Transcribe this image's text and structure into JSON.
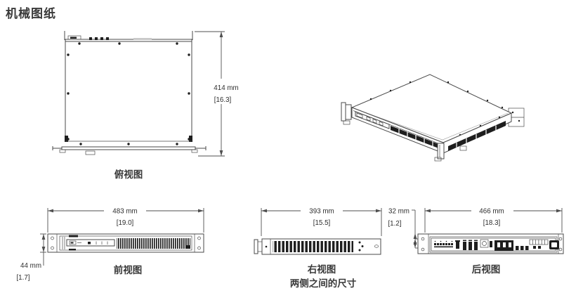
{
  "page": {
    "title": "机械图纸"
  },
  "colors": {
    "line": "#4a4a4a",
    "dark_fill": "#1e1e1e",
    "dim_text": "#2e2e2e",
    "label_text": "#3a3a3a"
  },
  "views": {
    "top": {
      "label": "俯视图",
      "depth_mm": "414 mm",
      "depth_in": "[16.3]"
    },
    "front": {
      "label": "前视图",
      "width_mm": "483 mm",
      "width_in": "[19.0]",
      "height_mm": "44 mm",
      "height_in": "[1.7]"
    },
    "right": {
      "label": "右视图",
      "sublabel": "两侧之间的尺寸",
      "depth_mm": "393 mm",
      "depth_in": "[15.5]"
    },
    "rear": {
      "label": "后视图",
      "width_mm": "466 mm",
      "width_in": "[18.3]",
      "panel_height_mm": "32 mm",
      "panel_height_in": "[1.2]"
    }
  }
}
